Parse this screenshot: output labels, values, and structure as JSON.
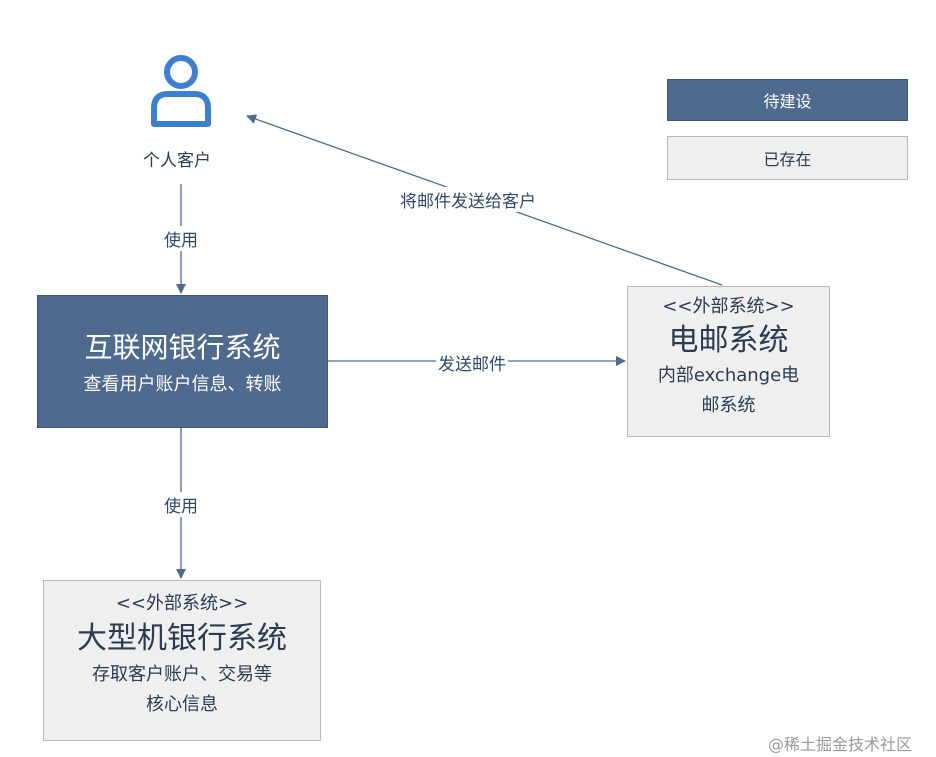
{
  "actor": {
    "label": "个人客户",
    "icon": "person-icon"
  },
  "edges": {
    "customer_to_bank": "使用",
    "bank_to_mainframe": "使用",
    "bank_to_email": "发送邮件",
    "email_to_customer": "将邮件发送给客户"
  },
  "nodes": {
    "bank": {
      "title": "互联网银行系统",
      "description": "查看用户账户信息、转账"
    },
    "email": {
      "stereotype": "<<外部系统>>",
      "title": "电邮系统",
      "description_line1": "内部exchange电",
      "description_line2": "邮系统"
    },
    "mainframe": {
      "stereotype": "<<外部系统>>",
      "title": "大型机银行系统",
      "description_line1": "存取客户账户、交易等",
      "description_line2": "核心信息"
    }
  },
  "legend": {
    "to_build": "待建设",
    "existing": "已存在"
  },
  "colors": {
    "to_build": "#4e6a8f",
    "existing": "#efefef",
    "arrow": "#4e6a8f"
  },
  "watermark": "@稀土掘金技术社区"
}
